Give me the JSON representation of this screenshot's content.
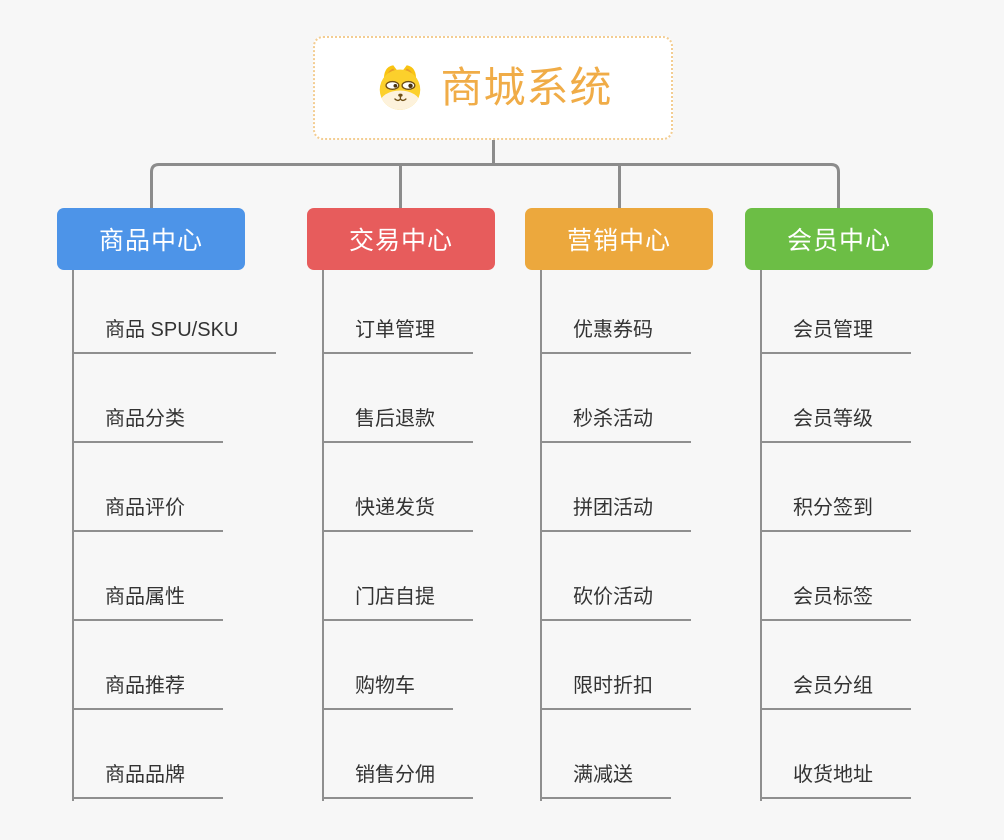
{
  "page": {
    "background_color": "#F7F7F7",
    "connector_color": "#8C8C8C"
  },
  "root": {
    "title": "商城系统",
    "icon": "dog-face-icon",
    "text_color": "#F0AC47",
    "border_color": "#F3CD92"
  },
  "branches": [
    {
      "label": "商品中心",
      "color": "#4D94E8",
      "items": [
        "商品 SPU/SKU",
        "商品分类",
        "商品评价",
        "商品属性",
        "商品推荐",
        "商品品牌"
      ]
    },
    {
      "label": "交易中心",
      "color": "#E75C5C",
      "items": [
        "订单管理",
        "售后退款",
        "快递发货",
        "门店自提",
        "购物车",
        "销售分佣"
      ]
    },
    {
      "label": "营销中心",
      "color": "#ECA83D",
      "items": [
        "优惠券码",
        "秒杀活动",
        "拼团活动",
        "砍价活动",
        "限时折扣",
        "满减送"
      ]
    },
    {
      "label": "会员中心",
      "color": "#6CBE45",
      "items": [
        "会员管理",
        "会员等级",
        "积分签到",
        "会员标签",
        "会员分组",
        "收货地址"
      ]
    }
  ]
}
